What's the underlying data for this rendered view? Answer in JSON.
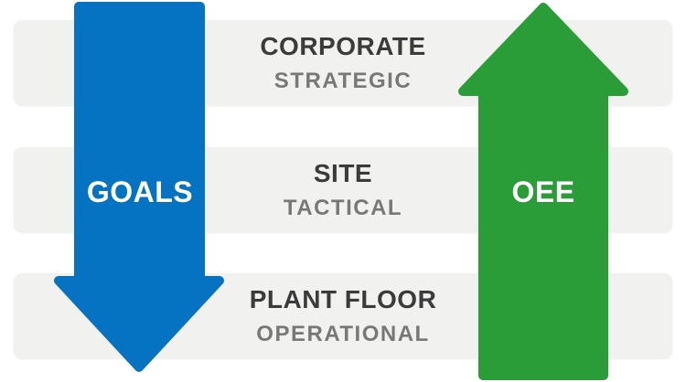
{
  "diagram": {
    "description": "OEE hierarchy diagram with three organization levels, goals cascading down and OEE reporting up"
  },
  "rows": [
    {
      "title": "CORPORATE",
      "subtitle": "STRATEGIC"
    },
    {
      "title": "SITE",
      "subtitle": "TACTICAL"
    },
    {
      "title": "PLANT FLOOR",
      "subtitle": "OPERATIONAL"
    }
  ],
  "arrows": {
    "down": {
      "label": "GOALS",
      "direction": "down",
      "color": "#0673c2"
    },
    "up": {
      "label": "OEE",
      "direction": "up",
      "color": "#2b9d38"
    }
  },
  "colors": {
    "background": "#ffffff",
    "bar_fill": "#f1f1f0",
    "title_text": "#3b3b3b",
    "subtitle_text": "#787876",
    "arrow_blue": "#0673c2",
    "arrow_green": "#2b9d38",
    "arrow_label": "#ffffff"
  }
}
